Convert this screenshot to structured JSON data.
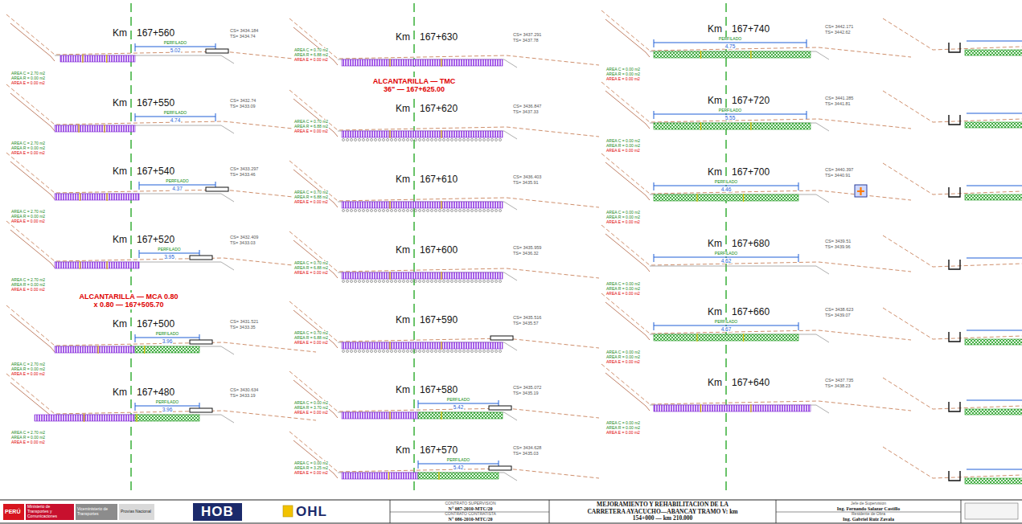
{
  "diagram": {
    "nodes": [
      {
        "text": [
          "PERÚ",
          "Ministerio de Transportes y Comunicaciones",
          "Viceministerio de Transportes",
          "Provías Nacional"
        ]
      },
      {
        "text": [
          "HOB"
        ]
      },
      {
        "text": [
          "OHL"
        ]
      },
      {
        "text": [
          "CONTRATO SUPERVISION",
          "N° 087-2010-MTC/20",
          "CONTRATO CONTRATISTA",
          "N° 086-2010-MTC/20"
        ]
      },
      {
        "text": [
          "MEJORAMIENTO Y REHABILITACION DE LA CARRETERA AYACUCHO—ABANCAY TRAMO V: km 154+000 — km 210.000"
        ]
      },
      {
        "text": [
          "Jefe de Supervision",
          "Ing. Fernando Salazar Castillo",
          "Residente de Obra",
          "Ing. Gabriel Ruiz Zavala"
        ]
      }
    ],
    "labels": [
      "Km",
      "167+560",
      "PERFILADO",
      "5.02",
      "CS= 3434.184",
      "TS= 3434.74",
      "AREA C = 2.70 m2",
      "AREA R = 0.00 m2",
      "AREA E = 0.00 m2",
      "Km",
      "167+550",
      "PERFILADO",
      "4.74",
      "CS= 3432.74",
      "TS= 3433.09",
      "AREA C = 2.70 m2",
      "AREA R = 0.00 m2",
      "AREA E = 0.00 m2",
      "Km",
      "167+540",
      "PERFILADO",
      "4.37",
      "CS= 3433.297",
      "TS= 3433.46",
      "AREA C = 2.70 m2",
      "AREA R = 0.00 m2",
      "AREA E = 0.00 m2",
      "Km",
      "167+520",
      "PERFILADO",
      "3.95",
      "CS= 3432.409",
      "TS= 3433.03",
      "AREA C = 2.70 m2",
      "AREA R = 0.00 m2",
      "AREA E = 0.00 m2",
      "Km",
      "167+500",
      "PERFILADO",
      "3.96",
      "CS= 3431.521",
      "TS= 3433.35",
      "AREA C = 2.70 m2",
      "AREA R = 0.00 m2",
      "AREA E = 0.00 m2",
      "Km",
      "167+480",
      "PERFILADO",
      "3.96",
      "CS= 3430.634",
      "TS= 3433.19",
      "AREA C = 2.70 m2",
      "AREA R = 0.00 m2",
      "AREA E = 0.00 m2",
      "Km",
      "167+630",
      "CS= 3437.291",
      "TS= 3437.78",
      "AREA C = 0.70 m2",
      "AREA R = 6.88 m2",
      "AREA E = 0.00 m2",
      "Km",
      "167+620",
      "CS= 3436.847",
      "TS= 3437.33",
      "AREA C = 0.70 m2",
      "AREA R = 6.88 m2",
      "AREA E = 0.00 m2",
      "Km",
      "167+610",
      "CS= 3436.403",
      "TS= 3435.91",
      "AREA C = 0.70 m2",
      "AREA R = 6.88 m2",
      "AREA E = 0.00 m2",
      "Km",
      "167+600",
      "CS= 3435.959",
      "TS= 3436.32",
      "AREA C = 0.70 m2",
      "AREA R = 6.88 m2",
      "AREA E = 0.00 m2",
      "Km",
      "167+590",
      "CS= 3435.516",
      "TS= 3435.57",
      "AREA C = 0.70 m2",
      "AREA R = 6.88 m2",
      "AREA E = 0.00 m2",
      "Km",
      "167+580",
      "PERFILADO",
      "5.42",
      "CS= 3435.072",
      "TS= 3435.19",
      "AREA C = 0.00 m2",
      "AREA R = 3.70 m2",
      "AREA E = 0.00 m2",
      "Km",
      "167+570",
      "PERFILADO",
      "5.42",
      "CS= 3434.628",
      "TS= 3435.03",
      "AREA C = 0.00 m2",
      "AREA R = 3.25 m2",
      "AREA E = 0.00 m2",
      "Km",
      "167+740",
      "PERFILADO",
      "4.75",
      "CS= 3442.171",
      "TS= 3442.62",
      "AREA C = 0.00 m2",
      "AREA R = 0.00 m2",
      "AREA E = 0.00 m2",
      "Km",
      "167+720",
      "PERFILADO",
      "5.55",
      "CS= 3441.285",
      "TS= 3441.81",
      "AREA C = 0.00 m2",
      "AREA R = 0.00 m2",
      "AREA E = 0.00 m2",
      "Km",
      "167+700",
      "PERFILADO",
      "4.46",
      "CS= 3440.397",
      "TS= 3440.91",
      "AREA C = 0.00 m2",
      "AREA R = 0.00 m2",
      "AREA E = 0.00 m2",
      "Km",
      "167+680",
      "PERFILADO",
      "4.62",
      "CS= 3439.51",
      "TS= 3439.96",
      "AREA C = 0.00 m2",
      "AREA R = 0.00 m2",
      "AREA E = 0.00 m2",
      "Km",
      "167+660",
      "PERFILADO",
      "4.67",
      "CS= 3438.623",
      "TS= 3439.07",
      "AREA C = 0.00 m2",
      "AREA R = 0.00 m2",
      "AREA E = 0.00 m2",
      "Km",
      "167+640",
      "CS= 3437.735",
      "TS= 3438.23",
      "AREA C = 0.00 m2",
      "AREA R = 0.00 m2",
      "AREA E = 0.00 m2",
      "ALCANTARILLA — TMC 36\" — 167+625.00",
      "ALCANTARILLA — MCA 0.80 x 0.80 — 167+505.70"
    ]
  }
}
